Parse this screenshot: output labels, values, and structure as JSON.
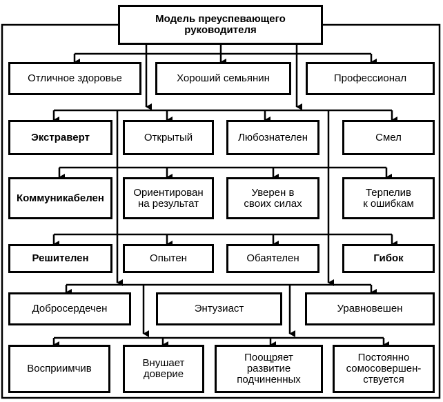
{
  "title": "Модель преуспевающего\nруководителя",
  "rows": [
    {
      "items": [
        "Отличное здоровье",
        "Хороший семьянин",
        "Профессионал"
      ]
    },
    {
      "items": [
        "Экстраверт",
        "Открытый",
        "Любознателен",
        "Смел"
      ]
    },
    {
      "items": [
        "Коммуникабелен",
        "Ориентирован\nна результат",
        "Уверен в\nсвоих силах",
        "Терпелив\nк ошибкам"
      ]
    },
    {
      "items": [
        "Решителен",
        "Опытен",
        "Обаятелен",
        "Гибок"
      ]
    },
    {
      "items": [
        "Добросердечен",
        "Энтузиаст",
        "Уравновешен"
      ]
    },
    {
      "items": [
        "Восприимчив",
        "Внушает\nдоверие",
        "Поощряет\nразвитие\nподчиненных",
        "Постоянно\nсомосовершен-\nствуется"
      ]
    }
  ]
}
